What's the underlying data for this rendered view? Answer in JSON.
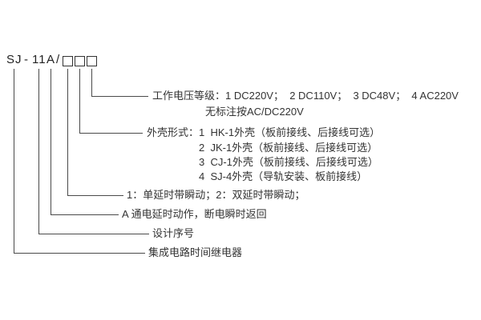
{
  "model": {
    "prefix": "SJ",
    "dash": "-",
    "series": "11",
    "suffix": "A",
    "slash": "/"
  },
  "annotations": {
    "voltage": {
      "line1": "工作电压等级：1 DC220V；  2 DC110V；  3 DC48V；  4 AC220V",
      "line2": "无标注按AC/DC220V"
    },
    "case": {
      "line1": "外壳形式：1  HK-1外壳（板前接线、后接线可选）",
      "line2": "2  JK-1外壳（板前接线、后接线可选）",
      "line3": "3  CJ-1外壳（板前接线、后接线可选）",
      "line4": "4  SJ-4外壳（导轨安装、板前接线）"
    },
    "delay": "1：单延时带瞬动；2：双延时带瞬动；",
    "action": "A 通电延时动作，断电瞬时返回",
    "design": "设计序号",
    "product": "集成电路时间继电器"
  }
}
